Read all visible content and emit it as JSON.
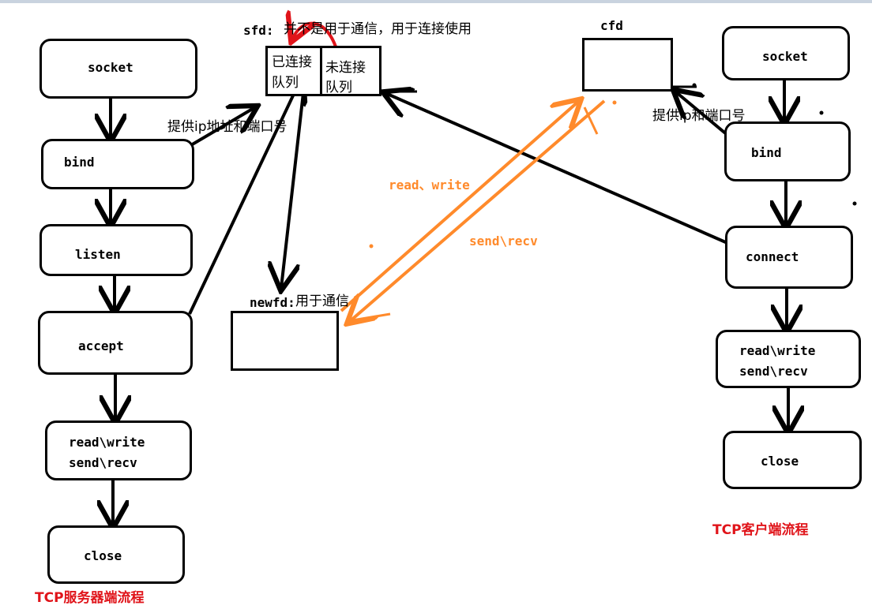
{
  "server": {
    "steps": [
      "socket",
      "bind",
      "listen",
      "accept"
    ],
    "rw_lines": [
      "read\\write",
      "send\\recv"
    ],
    "close": "close",
    "title": "TCP服务器端流程",
    "title_color": "#e0141a"
  },
  "client": {
    "steps": [
      "socket",
      "bind",
      "connect"
    ],
    "rw_lines": [
      "read\\write",
      "send\\recv"
    ],
    "close": "close",
    "title": "TCP客户端流程",
    "title_color": "#e0141a"
  },
  "sfd": {
    "prefix": "sfd:",
    "note": "并不是用于通信，用于连接使用",
    "connected_queue": [
      "已连接",
      "队列"
    ],
    "pending_queue": [
      "未连接",
      "队列"
    ]
  },
  "cfd": {
    "label": "cfd"
  },
  "newfd": {
    "prefix": "newfd:",
    "note": "用于通信"
  },
  "annotations": {
    "server_bind": "提供ip地址和端口号",
    "client_bind": "提供ip和端口号",
    "read_write": "read、write",
    "send_recv": "send\\recv"
  },
  "colors": {
    "accent_orange": "#ff8a2b",
    "accent_red": "#e0141a",
    "line": "#000000"
  }
}
